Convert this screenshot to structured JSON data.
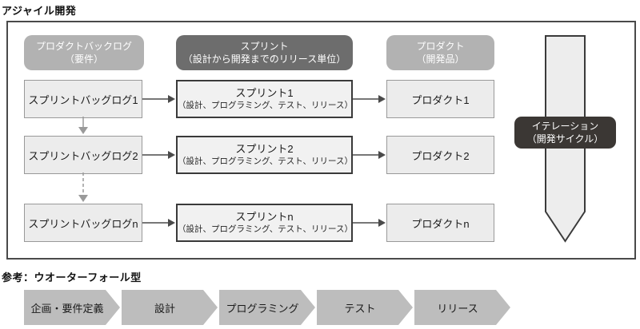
{
  "title": "アジャイル開発",
  "reference_title": "参考：ウオーターフォール型",
  "colors": {
    "header_gray": "#b2b2b2",
    "header_dark": "#6d6d6d",
    "iteration_dark": "#3b3734",
    "box_fill": "#ececec",
    "sprint_border": "#3a3a3a",
    "chevron_gray": "#bdbdbd",
    "outer_border": "#4a4a4a"
  },
  "agile": {
    "headers": [
      {
        "label": "プロダクトバックログ",
        "sublabel": "（要件）"
      },
      {
        "label": "スプリント",
        "sublabel": "（設計から開発までのリリース単位）"
      },
      {
        "label": "プロダクト",
        "sublabel": "（開発品）"
      }
    ],
    "rows": [
      {
        "backlog": "スプリントバッグログ1",
        "sprint": "スプリント1",
        "sprint_detail": "（設計、プログラミング、テスト、リリース）",
        "product": "プロダクト1"
      },
      {
        "backlog": "スプリントバッグログ2",
        "sprint": "スプリント2",
        "sprint_detail": "（設計、プログラミング、テスト、リリース）",
        "product": "プロダクト2"
      },
      {
        "backlog": "スプリントバッグログn",
        "sprint": "スプリントn",
        "sprint_detail": "（設計、プログラミング、テスト、リリース）",
        "product": "プロダクトn"
      }
    ],
    "iteration": {
      "label": "イテレーション",
      "sublabel": "（開発サイクル）"
    }
  },
  "waterfall": {
    "steps": [
      "企画・要件定義",
      "設計",
      "プログラミング",
      "テスト",
      "リリース"
    ]
  }
}
